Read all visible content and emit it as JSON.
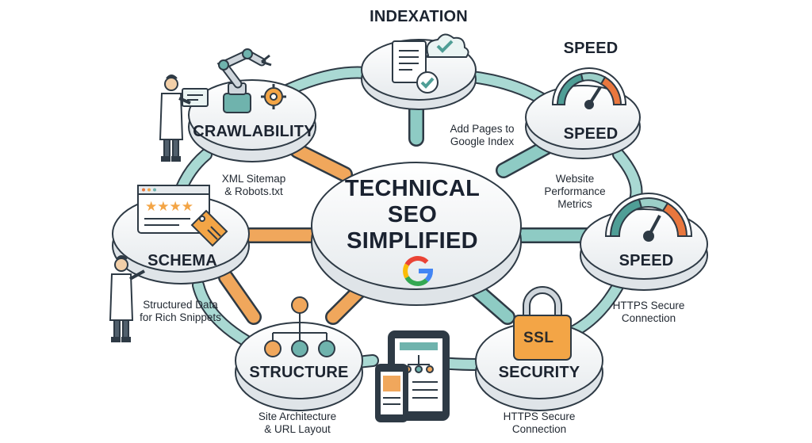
{
  "center": {
    "title_lines": [
      "TECHNICAL",
      "SEO",
      "SIMPLIFIED"
    ]
  },
  "nodes": {
    "indexation": {
      "label": "INDEXATION",
      "caption": [
        "Add Pages to",
        "Google Index"
      ]
    },
    "speed_top": {
      "label_above": "SPEED",
      "label": "SPEED",
      "caption": [
        "Website",
        "Performance",
        "Metrics"
      ]
    },
    "speed_right": {
      "label": "SPEED",
      "caption": [
        "HTTPS Secure",
        "Connection"
      ]
    },
    "security": {
      "label": "SECURITY",
      "badge": "SSL",
      "caption": [
        "HTTPS Secure",
        "Connection"
      ]
    },
    "structure": {
      "label": "STRUCTURE",
      "caption": [
        "Site Architecture",
        "& URL Layout"
      ]
    },
    "schema": {
      "label": "SCHEMA",
      "caption": [
        "Structured Data",
        "for Rich Snippets"
      ]
    },
    "crawlability": {
      "label": "CRAWLABILITY",
      "caption": [
        "XML Sitemap",
        "& Robots.txt"
      ]
    }
  },
  "icons": {
    "center": "google-logo-icon",
    "indexation": "document-cloud-check-icon",
    "speed": "speedometer-gauge-icon",
    "security": "padlock-icon",
    "structure": "site-tree-icon",
    "devices": "tablet-phone-icon",
    "schema": "star-rating-card-icon",
    "crawlability": "robot-arm-gear-icon"
  },
  "colors": {
    "teal": "#6fb3ad",
    "orange": "#f0a75c",
    "platform": "#f4f6f7",
    "outline": "#2e3a45",
    "gauge_teal": "#4f9e96",
    "gauge_orange": "#e9773e",
    "google_blue": "#4285F4",
    "google_red": "#EA4335",
    "google_yellow": "#FBBC05",
    "google_green": "#34A853"
  }
}
